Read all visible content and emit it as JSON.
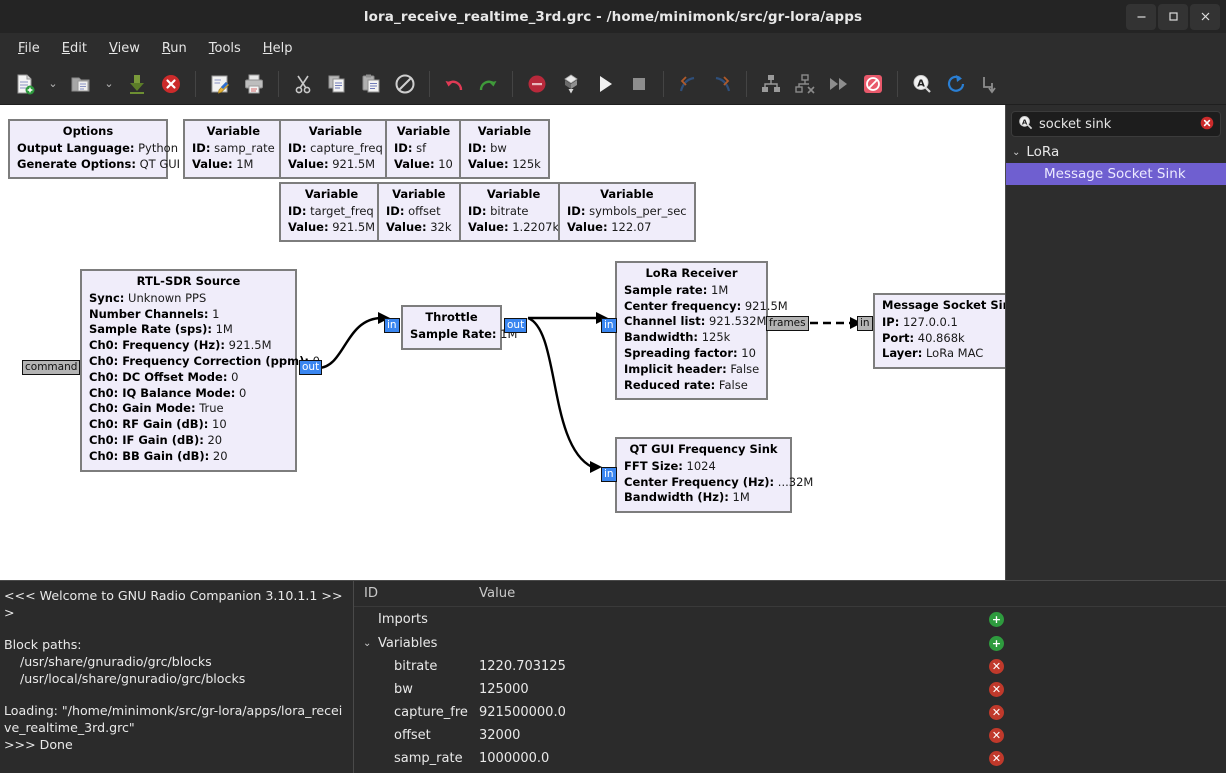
{
  "window": {
    "title": "lora_receive_realtime_3rd.grc - /home/minimonk/src/gr-lora/apps",
    "minimize_label": "–",
    "maximize_label": "❐",
    "close_label": "✕"
  },
  "menubar": {
    "items": [
      {
        "label": "File",
        "mnemonic": "F"
      },
      {
        "label": "Edit",
        "mnemonic": "E"
      },
      {
        "label": "View",
        "mnemonic": "V"
      },
      {
        "label": "Run",
        "mnemonic": "R"
      },
      {
        "label": "Tools",
        "mnemonic": "T"
      },
      {
        "label": "Help",
        "mnemonic": "H"
      }
    ]
  },
  "toolbar": {
    "items": [
      {
        "name": "new-flowgraph-icon",
        "tip": "New"
      },
      {
        "name": "new-dropdown-chevron-icon",
        "tip": "New templates"
      },
      {
        "name": "open-flowgraph-icon",
        "tip": "Open"
      },
      {
        "name": "open-recent-chevron-icon",
        "tip": "Open recent"
      },
      {
        "name": "save-icon",
        "tip": "Save"
      },
      {
        "name": "close-flowgraph-icon",
        "tip": "Close"
      },
      {
        "name": "edit-properties-icon",
        "tip": "Properties"
      },
      {
        "name": "print-icon",
        "tip": "Print"
      },
      {
        "name": "cut-icon",
        "tip": "Cut"
      },
      {
        "name": "copy-icon",
        "tip": "Copy"
      },
      {
        "name": "paste-icon",
        "tip": "Paste"
      },
      {
        "name": "delete-icon",
        "tip": "Delete"
      },
      {
        "name": "undo-icon",
        "tip": "Undo"
      },
      {
        "name": "redo-icon",
        "tip": "Redo"
      },
      {
        "name": "errors-icon",
        "tip": "Errors"
      },
      {
        "name": "generate-icon",
        "tip": "Generate"
      },
      {
        "name": "execute-icon",
        "tip": "Execute"
      },
      {
        "name": "kill-icon",
        "tip": "Kill"
      },
      {
        "name": "rotate-left-icon",
        "tip": "Rotate left"
      },
      {
        "name": "rotate-right-icon",
        "tip": "Rotate right"
      },
      {
        "name": "enable-icon",
        "tip": "Enable"
      },
      {
        "name": "disable-icon",
        "tip": "Disable"
      },
      {
        "name": "bypass-icon",
        "tip": "Bypass"
      },
      {
        "name": "toggle-icon",
        "tip": "Toggle"
      },
      {
        "name": "find-block-icon",
        "tip": "Find block"
      },
      {
        "name": "reload-blocks-icon",
        "tip": "Reload blocks"
      },
      {
        "name": "more-icon",
        "tip": "More"
      }
    ]
  },
  "canvas": {
    "blocks": [
      {
        "id": "options",
        "title": "Options",
        "params": [
          {
            "key": "Output Language:",
            "value": "Python"
          },
          {
            "key": "Generate Options:",
            "value": "QT GUI"
          }
        ]
      },
      {
        "id": "var-samp-rate",
        "title": "Variable",
        "params": [
          {
            "key": "ID:",
            "value": "samp_rate"
          },
          {
            "key": "Value:",
            "value": "1M"
          }
        ]
      },
      {
        "id": "var-capture-freq",
        "title": "Variable",
        "params": [
          {
            "key": "ID:",
            "value": "capture_freq"
          },
          {
            "key": "Value:",
            "value": "921.5M"
          }
        ]
      },
      {
        "id": "var-sf",
        "title": "Variable",
        "params": [
          {
            "key": "ID:",
            "value": "sf"
          },
          {
            "key": "Value:",
            "value": "10"
          }
        ]
      },
      {
        "id": "var-bw",
        "title": "Variable",
        "params": [
          {
            "key": "ID:",
            "value": "bw"
          },
          {
            "key": "Value:",
            "value": "125k"
          }
        ]
      },
      {
        "id": "var-target-freq",
        "title": "Variable",
        "params": [
          {
            "key": "ID:",
            "value": "target_freq"
          },
          {
            "key": "Value:",
            "value": "921.5M"
          }
        ]
      },
      {
        "id": "var-offset",
        "title": "Variable",
        "params": [
          {
            "key": "ID:",
            "value": "offset"
          },
          {
            "key": "Value:",
            "value": "32k"
          }
        ]
      },
      {
        "id": "var-bitrate",
        "title": "Variable",
        "params": [
          {
            "key": "ID:",
            "value": "bitrate"
          },
          {
            "key": "Value:",
            "value": "1.2207k"
          }
        ]
      },
      {
        "id": "var-symbols-per-sec",
        "title": "Variable",
        "params": [
          {
            "key": "ID:",
            "value": "symbols_per_sec"
          },
          {
            "key": "Value:",
            "value": "122.07"
          }
        ]
      },
      {
        "id": "rtlsdr-source",
        "title": "RTL-SDR Source",
        "params": [
          {
            "key": "Sync:",
            "value": "Unknown PPS"
          },
          {
            "key": "Number Channels:",
            "value": "1"
          },
          {
            "key": "Sample Rate (sps):",
            "value": "1M"
          },
          {
            "key": "Ch0: Frequency (Hz):",
            "value": "921.5M"
          },
          {
            "key": "Ch0: Frequency Correction (ppm):",
            "value": "0"
          },
          {
            "key": "Ch0: DC Offset Mode:",
            "value": "0"
          },
          {
            "key": "Ch0: IQ Balance Mode:",
            "value": "0"
          },
          {
            "key": "Ch0: Gain Mode:",
            "value": "True"
          },
          {
            "key": "Ch0: RF Gain (dB):",
            "value": "10"
          },
          {
            "key": "Ch0: IF Gain (dB):",
            "value": "20"
          },
          {
            "key": "Ch0: BB Gain (dB):",
            "value": "20"
          }
        ],
        "ports": [
          {
            "label": "command",
            "kind": "message"
          },
          {
            "label": "out",
            "kind": "stream"
          }
        ]
      },
      {
        "id": "throttle",
        "title": "Throttle",
        "params": [
          {
            "key": "Sample Rate:",
            "value": "1M"
          }
        ],
        "ports": [
          {
            "label": "in",
            "kind": "stream"
          },
          {
            "label": "out",
            "kind": "stream"
          }
        ]
      },
      {
        "id": "lora-receiver",
        "title": "LoRa Receiver",
        "params": [
          {
            "key": "Sample rate:",
            "value": "1M"
          },
          {
            "key": "Center frequency:",
            "value": "921.5M"
          },
          {
            "key": "Channel list:",
            "value": "921.532M"
          },
          {
            "key": "Bandwidth:",
            "value": "125k"
          },
          {
            "key": "Spreading factor:",
            "value": "10"
          },
          {
            "key": "Implicit header:",
            "value": "False"
          },
          {
            "key": "Reduced rate:",
            "value": "False"
          }
        ],
        "ports": [
          {
            "label": "in",
            "kind": "stream"
          },
          {
            "label": "frames",
            "kind": "message"
          }
        ]
      },
      {
        "id": "message-socket-sink",
        "title": "Message Socket Sink",
        "params": [
          {
            "key": "IP:",
            "value": "127.0.0.1"
          },
          {
            "key": "Port:",
            "value": "40.868k"
          },
          {
            "key": "Layer:",
            "value": "LoRa MAC"
          }
        ],
        "ports": [
          {
            "label": "in",
            "kind": "message"
          }
        ]
      },
      {
        "id": "qt-gui-frequency-sink",
        "title": "QT GUI Frequency Sink",
        "params": [
          {
            "key": "FFT Size:",
            "value": "1024"
          },
          {
            "key": "Center Frequency (Hz):",
            "value": "...32M"
          },
          {
            "key": "Bandwidth (Hz):",
            "value": "1M"
          }
        ],
        "ports": [
          {
            "label": "in",
            "kind": "stream"
          }
        ]
      }
    ]
  },
  "library": {
    "search": {
      "value": "socket sink",
      "icon": "search-icon",
      "clear_icon": "clear-icon"
    },
    "categories": [
      {
        "label": "LoRa",
        "expanded": true,
        "items": [
          {
            "label": "Message Socket Sink",
            "selected": true
          }
        ]
      }
    ]
  },
  "log": {
    "lines": [
      "<<< Welcome to GNU Radio Companion 3.10.1.1 >>>",
      "",
      "Block paths:",
      "    /usr/share/gnuradio/grc/blocks",
      "    /usr/local/share/gnuradio/grc/blocks",
      "",
      "Loading: \"/home/minimonk/src/gr-lora/apps/lora_receive_realtime_3rd.grc\"",
      ">>> Done"
    ]
  },
  "variables_panel": {
    "columns": [
      "ID",
      "Value"
    ],
    "rows": [
      {
        "id": "Imports",
        "value": "",
        "level": 0,
        "twisty": "",
        "badge": "add"
      },
      {
        "id": "Variables",
        "value": "",
        "level": 0,
        "twisty": "⌄",
        "badge": "add"
      },
      {
        "id": "bitrate",
        "value": "1220.703125",
        "level": 1,
        "twisty": "",
        "badge": "del"
      },
      {
        "id": "bw",
        "value": "125000",
        "level": 1,
        "twisty": "",
        "badge": "del"
      },
      {
        "id": "capture_fre",
        "value": "921500000.0",
        "level": 1,
        "twisty": "",
        "badge": "del"
      },
      {
        "id": "offset",
        "value": "32000",
        "level": 1,
        "twisty": "",
        "badge": "del"
      },
      {
        "id": "samp_rate",
        "value": "1000000.0",
        "level": 1,
        "twisty": "",
        "badge": "del"
      }
    ],
    "add_label": "+",
    "delete_label": "✕"
  },
  "colors": {
    "block_fill": "#f0edfa",
    "block_border": "#7d7d7d",
    "stream_port": "#3a86f0",
    "message_port": "#b4b4b4",
    "selection": "#6f5fd0",
    "canvas": "#ffffff",
    "chrome": "#2d2d2d"
  }
}
